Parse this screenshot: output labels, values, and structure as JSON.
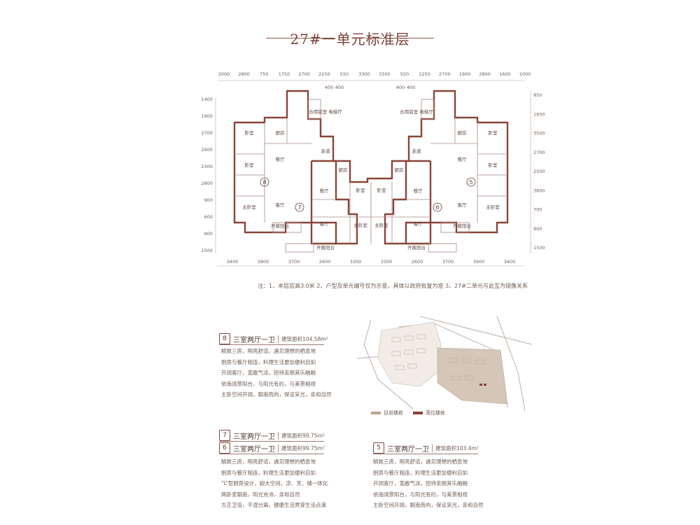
{
  "title": "27#一单元标准层",
  "dims": {
    "top_outer": [
      "2000",
      "2800",
      "750",
      "1750",
      "2700",
      "2250",
      "550",
      "3300",
      "3300",
      "550",
      "2250",
      "2700",
      "1900",
      "2800",
      "1600",
      "1000"
    ],
    "top_inner": [
      "400",
      "400",
      "400",
      "400"
    ],
    "left": [
      "1400",
      "1900",
      "2700",
      "2900",
      "2300",
      "2800",
      "900",
      "600",
      "900",
      "1500"
    ],
    "right": [
      "850",
      "1650",
      "3500",
      "2700",
      "2500",
      "3600",
      "700",
      "900",
      "1500"
    ],
    "bottom": [
      "3400",
      "3900",
      "3700",
      "2600",
      "3300",
      "3300",
      "2600",
      "3700",
      "3900",
      "3400"
    ]
  },
  "rooms": {
    "bed": "卧室",
    "master": "主卧室",
    "living": "客厅",
    "dining": "餐厅",
    "kitchen": "厨房",
    "balcony": "开敞阳台",
    "corridor": "走道",
    "lift_hall": "合用前室\n电梯厅"
  },
  "unit_numbers": [
    "8",
    "7",
    "6",
    "5"
  ],
  "note": "注：1、本层层高3.0米 2、户型及单元编号仅为示意，具体以政府批复为准 3、27#二单元与此互为镜像关系",
  "cards": {
    "u8": {
      "num": "8",
      "type": "三室两厅一卫",
      "area": "建筑面积104.58m²",
      "lines": [
        "精致三房，明亮舒适，遇见理想的栖息地",
        "厨房与餐厅相连，料理生活更加便利自如",
        "开阔客厅，宽敞气派，招待亲朋其乐融融",
        "依南阔景阳台，与阳光有约，与美景相视",
        "主卧空间开阔，朝南而向，保证采光，亲和自然"
      ]
    },
    "u7": {
      "num": "7",
      "type": "三室两厅一卫",
      "area": "建筑面积99.75m²"
    },
    "u6": {
      "num": "6",
      "type": "三室两厅一卫",
      "area": "建筑面积99.75m²",
      "lines": [
        "精致三房，明亮舒适，遇见理想的栖息地",
        "厨房与餐厅相连，料理生活更加便利自如",
        "“L”型厨房设计，超大空间，凉、烹、储一体化",
        "两卧室朝南，阳光充沛，亲和自然",
        "方正卫浴，干湿分离，健康生活贯穿生活点滴"
      ]
    },
    "u5": {
      "num": "5",
      "type": "三室两厅一卫",
      "area": "建筑面积103.4m²",
      "lines": [
        "精致三房，明亮舒适，遇见理想的栖息地",
        "厨房与餐厅相连，料理生活更加便利自如",
        "开阔客厅，宽敞气派，招待亲朋其乐融融",
        "依南阔景阳台，与阳光有约，与美景相视",
        "主卧空间开阔，朝南而向，保证采光，亲和自然"
      ]
    }
  },
  "legend": {
    "a": "目前楼栋",
    "b": "落位楼栋"
  },
  "colors": {
    "wall": "#8a4538",
    "line": "#a88a80",
    "text": "#6d5b53",
    "legend_a": "#b9a58a",
    "legend_b": "#8a3f33"
  }
}
